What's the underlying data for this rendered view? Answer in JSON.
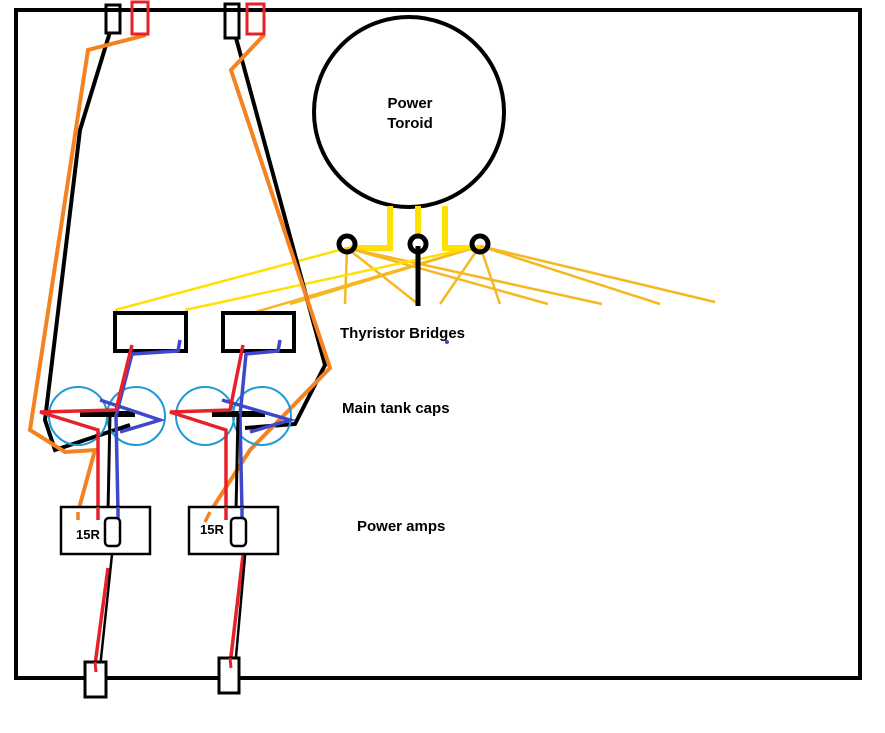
{
  "labels": {
    "toroid_line1": "Power",
    "toroid_line2": "Toroid",
    "thyristor": "Thyristor Bridges",
    "caps": "Main tank caps",
    "amps": "Power amps",
    "resistor_left": "15R",
    "resistor_right": "15R"
  },
  "colors": {
    "outline": "#000000",
    "orange_wire": "#f58220",
    "black_wire": "#000000",
    "red_wire": "#e8202a",
    "blue_wire": "#3f48cc",
    "yellow_wire": "#ffe000",
    "amber_wire": "#f5b820",
    "cap_outline": "#1e9ad6",
    "terminal_red": "#e8202a"
  }
}
